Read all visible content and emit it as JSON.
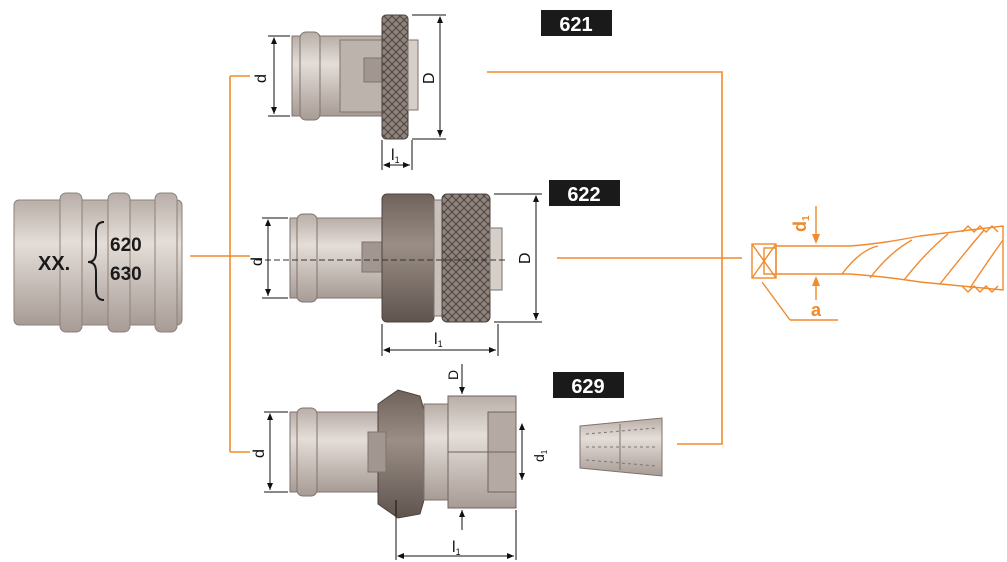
{
  "colors": {
    "orange": "#f08a2c",
    "body_light": "#c9c0bb",
    "body_dark": "#857870",
    "knurl": "#8a7f78",
    "badge": "#1a1a1a",
    "dim": "#111111"
  },
  "holder": {
    "prefix": "XX.",
    "codes": [
      "620",
      "630"
    ]
  },
  "adapters": [
    {
      "code": "621",
      "labels": {
        "d": "d",
        "D": "D",
        "l1": "l",
        "l1_sub": "1"
      }
    },
    {
      "code": "622",
      "labels": {
        "d": "d",
        "D": "D",
        "l1": "l",
        "l1_sub": "1"
      }
    },
    {
      "code": "629",
      "labels": {
        "d": "d",
        "D": "D",
        "l1": "l",
        "l1_sub": "1",
        "d1": "d",
        "d1_sub": "1"
      }
    }
  ],
  "tap": {
    "d1": "d",
    "d1_sub": "1",
    "a": "a"
  },
  "icons": [
    "collet-icon",
    "tap-icon",
    "knurled-ring-icon"
  ]
}
